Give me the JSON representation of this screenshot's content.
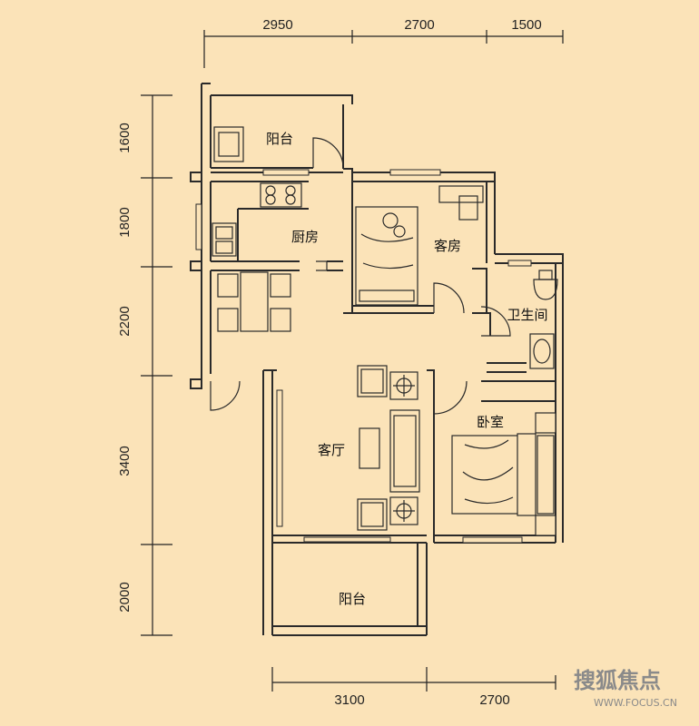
{
  "plan": {
    "top_dimensions": [
      "2950",
      "2700",
      "1500"
    ],
    "bottom_dimensions": [
      "3100",
      "2700"
    ],
    "left_dimensions": [
      "1600",
      "1800",
      "2200",
      "3400",
      "2000"
    ],
    "rooms": {
      "balcony_top": "阳台",
      "kitchen": "厨房",
      "guest_room": "客房",
      "bathroom": "卫生间",
      "living_room": "客厅",
      "bedroom": "卧室",
      "balcony_bottom": "阳台"
    }
  },
  "watermark": {
    "brand": "搜狐焦点",
    "url": "WWW.FOCUS.CN"
  },
  "colors": {
    "background": "#fbe3b8",
    "wall": "#2a2a2a",
    "watermark": "#9a9a9a",
    "brand_accent": "#d64a2a"
  }
}
